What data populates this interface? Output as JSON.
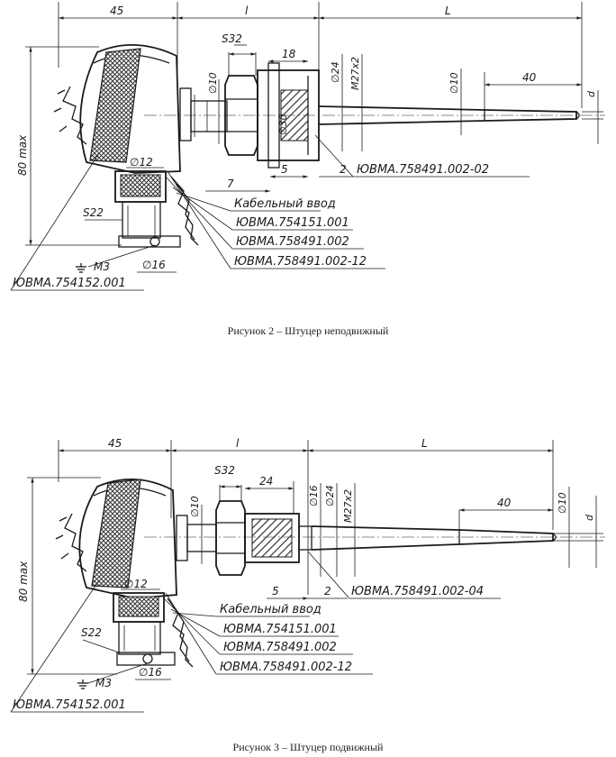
{
  "figures": [
    {
      "caption": "Рисунок 2 – Штуцер неподвижный",
      "dims": {
        "d45": "45",
        "dl": "l",
        "dL": "L",
        "d80": "80 max",
        "d40": "40",
        "dd": "d",
        "s32": "S32",
        "s22": "S22",
        "dia10a": "∅10",
        "d18": "18",
        "dia24": "∅24",
        "m27": "M27x2",
        "dia10b": "∅10",
        "dia30": "∅30",
        "d5": "5",
        "d2": "2",
        "d7": "7",
        "dia12": "∅12",
        "dia16": "∅16",
        "m3": "M3"
      },
      "labels": {
        "cable": "Кабельный ввод",
        "part1": "ЮВМА.754151.001",
        "part2": "ЮВМА.758491.002",
        "part3": "ЮВМА.758491.002-12",
        "part4": "ЮВМА.754152.001",
        "fitting": "ЮВМА.758491.002-02"
      }
    },
    {
      "caption": "Рисунок 3 – Штуцер подвижный",
      "dims": {
        "d45": "45",
        "dl": "l",
        "dL": "L",
        "d80": "80 max",
        "d40": "40",
        "dd": "d",
        "s32": "S32",
        "s22": "S22",
        "dia10a": "∅10",
        "d24": "24",
        "dia16": "∅16",
        "dia24": "∅24",
        "m27": "M27x2",
        "dia10b": "∅10",
        "d5": "5",
        "d2": "2",
        "dia12": "∅12",
        "dia16b": "∅16",
        "m3": "M3"
      },
      "labels": {
        "cable": "Кабельный ввод",
        "part1": "ЮВМА.754151.001",
        "part2": "ЮВМА.758491.002",
        "part3": "ЮВМА.758491.002-12",
        "part4": "ЮВМА.754152.001",
        "fitting": "ЮВМА.758491.002-04"
      }
    }
  ]
}
